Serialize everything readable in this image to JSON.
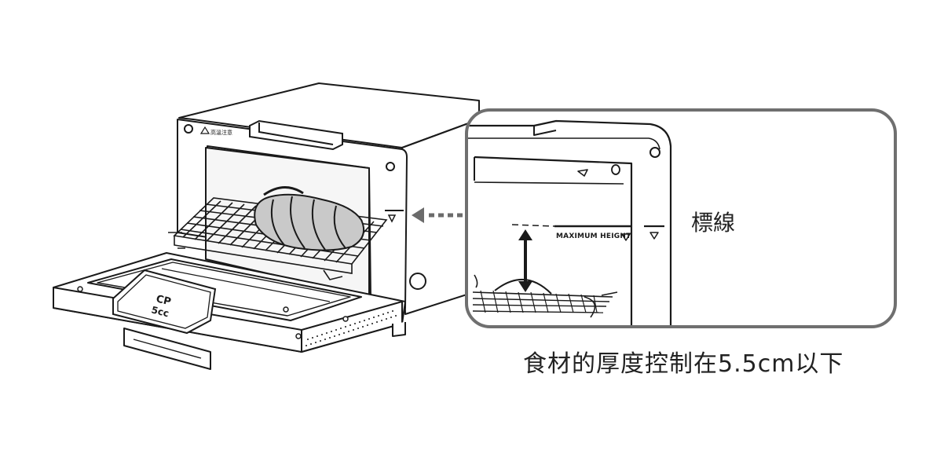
{
  "label_line": "標線",
  "caption": "食材的厚度控制在5.5cm以下",
  "max_height_text": "MAXIMUM HEIGHT",
  "warning_text": "高溫注意",
  "tray_mark_top": "CP",
  "tray_mark_sub": "5cc",
  "colors": {
    "line": "#1a1a1a",
    "callout_border": "#6f6f6f",
    "bread": "#c9c9c9",
    "arrow": "#6b6b6b",
    "background": "#ffffff"
  }
}
